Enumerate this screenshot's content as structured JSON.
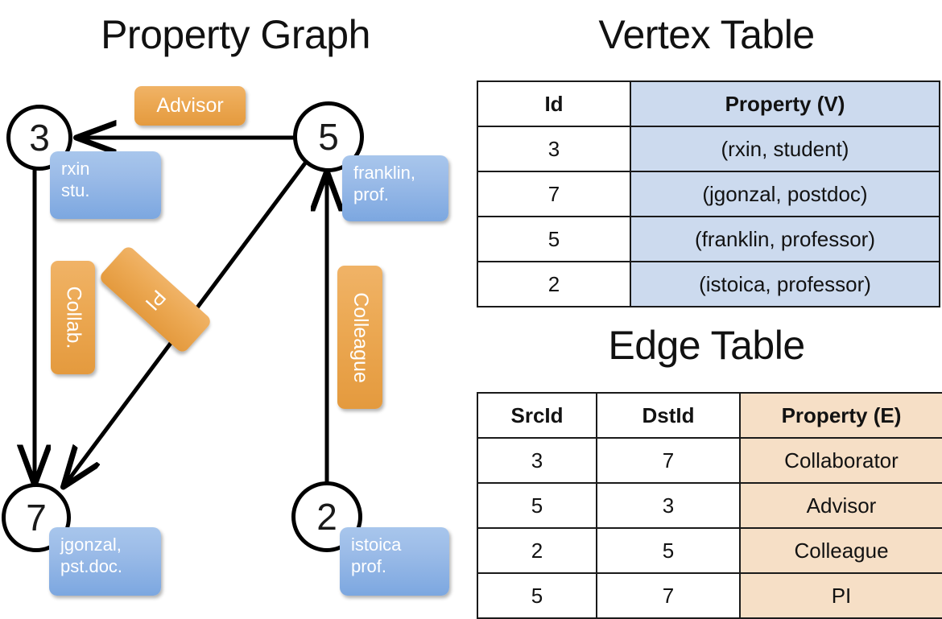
{
  "titles": {
    "property_graph": "Property Graph",
    "vertex_table": "Vertex Table",
    "edge_table": "Edge Table"
  },
  "colors": {
    "node_stroke": "#000000",
    "vertex_property_fill": "#9cbce8",
    "edge_label_fill": "#eca954",
    "vertex_table_property_cell": "#ccdaee",
    "edge_table_property_cell": "#f6dfc6",
    "canvas": "#ffffff"
  },
  "graph": {
    "nodes": [
      {
        "id": "3",
        "label": "3",
        "property": "rxin\nstu."
      },
      {
        "id": "5",
        "label": "5",
        "property": "franklin,\nprof."
      },
      {
        "id": "7",
        "label": "7",
        "property": "jgonzal,\npst.doc."
      },
      {
        "id": "2",
        "label": "2",
        "property": "istoica\nprof."
      }
    ],
    "edge_labels": [
      {
        "key": "advisor",
        "text": "Advisor"
      },
      {
        "key": "collab",
        "text": "Collab."
      },
      {
        "key": "pi",
        "text": "PI"
      },
      {
        "key": "colleague",
        "text": "Colleague"
      }
    ],
    "edges": [
      {
        "src": "5",
        "dst": "3",
        "label": "Advisor"
      },
      {
        "src": "3",
        "dst": "7",
        "label": "Collab."
      },
      {
        "src": "5",
        "dst": "7",
        "label": "PI"
      },
      {
        "src": "2",
        "dst": "5",
        "label": "Colleague"
      }
    ]
  },
  "vertex_table": {
    "headers": [
      "Id",
      "Property (V)"
    ],
    "rows": [
      {
        "id": "3",
        "property": "(rxin, student)"
      },
      {
        "id": "7",
        "property": "(jgonzal, postdoc)"
      },
      {
        "id": "5",
        "property": "(franklin, professor)"
      },
      {
        "id": "2",
        "property": "(istoica, professor)"
      }
    ]
  },
  "edge_table": {
    "headers": [
      "SrcId",
      "DstId",
      "Property (E)"
    ],
    "rows": [
      {
        "src": "3",
        "dst": "7",
        "property": "Collaborator"
      },
      {
        "src": "5",
        "dst": "3",
        "property": "Advisor"
      },
      {
        "src": "2",
        "dst": "5",
        "property": "Colleague"
      },
      {
        "src": "5",
        "dst": "7",
        "property": "PI"
      }
    ]
  }
}
